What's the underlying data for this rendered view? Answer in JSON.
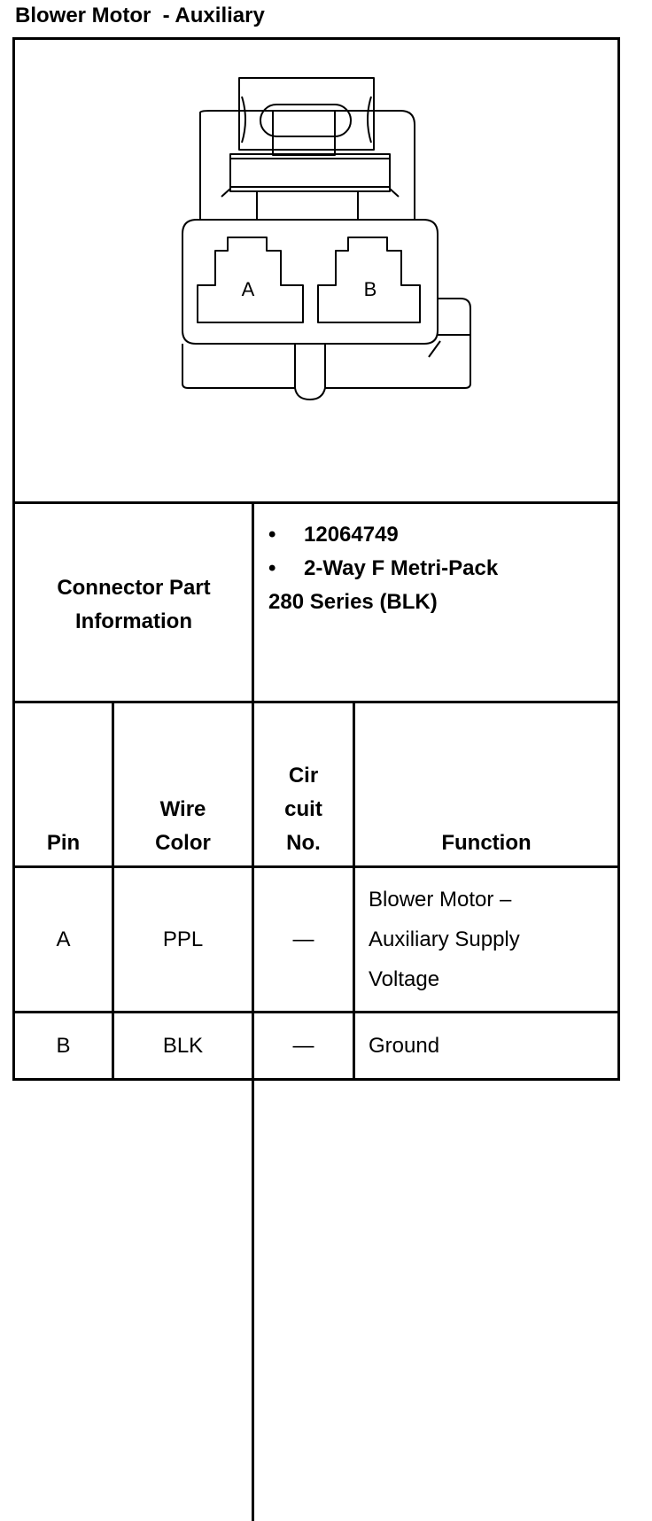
{
  "title": "Blower Motor  - Auxiliary",
  "connector": {
    "cavity_labels": [
      "A",
      "B"
    ]
  },
  "part_info": {
    "label_line1": "Connector Part",
    "label_line2": "Information",
    "items": [
      "12064749",
      "2-Way F Metri-Pack"
    ],
    "item_continuation": "280 Series (BLK)",
    "bullet": "•"
  },
  "table": {
    "headers": {
      "pin": "Pin",
      "wire_color_line1": "Wire",
      "wire_color_line2": "Color",
      "circuit_line1": "Cir",
      "circuit_line2": "cuit",
      "circuit_line3": "No.",
      "function": "Function"
    },
    "rows": [
      {
        "pin": "A",
        "wire_color": "PPL",
        "circuit": "—",
        "function_lines": [
          "Blower Motor –",
          "Auxiliary Supply",
          "Voltage"
        ]
      },
      {
        "pin": "B",
        "wire_color": "BLK",
        "circuit": "—",
        "function_lines": [
          "Ground"
        ]
      }
    ]
  }
}
